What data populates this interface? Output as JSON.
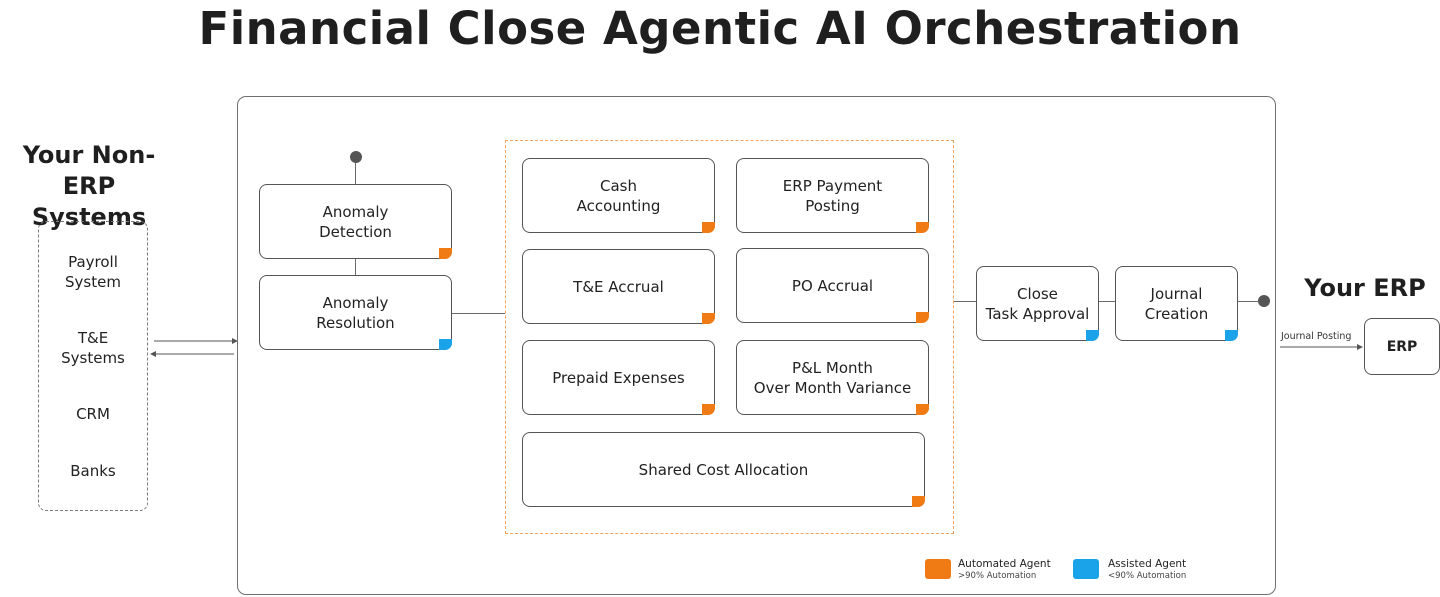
{
  "title": "Financial Close Agentic AI Orchestration",
  "colors": {
    "automated": "#f07a13",
    "assisted": "#1aa3e8",
    "orange_dashed": "#f4a25c"
  },
  "left_panel": {
    "title": "Your Non-ERP\nSystems",
    "items": [
      "Payroll\nSystem",
      "T&E\nSystems",
      "CRM",
      "Banks"
    ]
  },
  "anomaly": {
    "detection": {
      "label": "Anomaly\nDetection",
      "type": "automated"
    },
    "resolution": {
      "label": "Anomaly\nResolution",
      "type": "assisted"
    }
  },
  "agents": [
    {
      "label": "Cash\nAccounting",
      "type": "automated"
    },
    {
      "label": "ERP Payment\nPosting",
      "type": "automated"
    },
    {
      "label": "T&E Accrual",
      "type": "automated"
    },
    {
      "label": "PO Accrual",
      "type": "automated"
    },
    {
      "label": "Prepaid Expenses",
      "type": "automated"
    },
    {
      "label": "P&L Month\nOver Month Variance",
      "type": "automated"
    },
    {
      "label": "Shared Cost Allocation",
      "type": "automated"
    }
  ],
  "approval": {
    "close": {
      "label": "Close\nTask Approval",
      "type": "assisted"
    },
    "journal": {
      "label": "Journal\nCreation",
      "type": "assisted"
    }
  },
  "erp_panel": {
    "title": "Your ERP",
    "edge_label": "Journal Posting",
    "box_label": "ERP"
  },
  "legend": [
    {
      "label": "Automated Agent",
      "sub": ">90% Automation",
      "type": "automated"
    },
    {
      "label": "Assisted Agent",
      "sub": "<90% Automation",
      "type": "assisted"
    }
  ]
}
